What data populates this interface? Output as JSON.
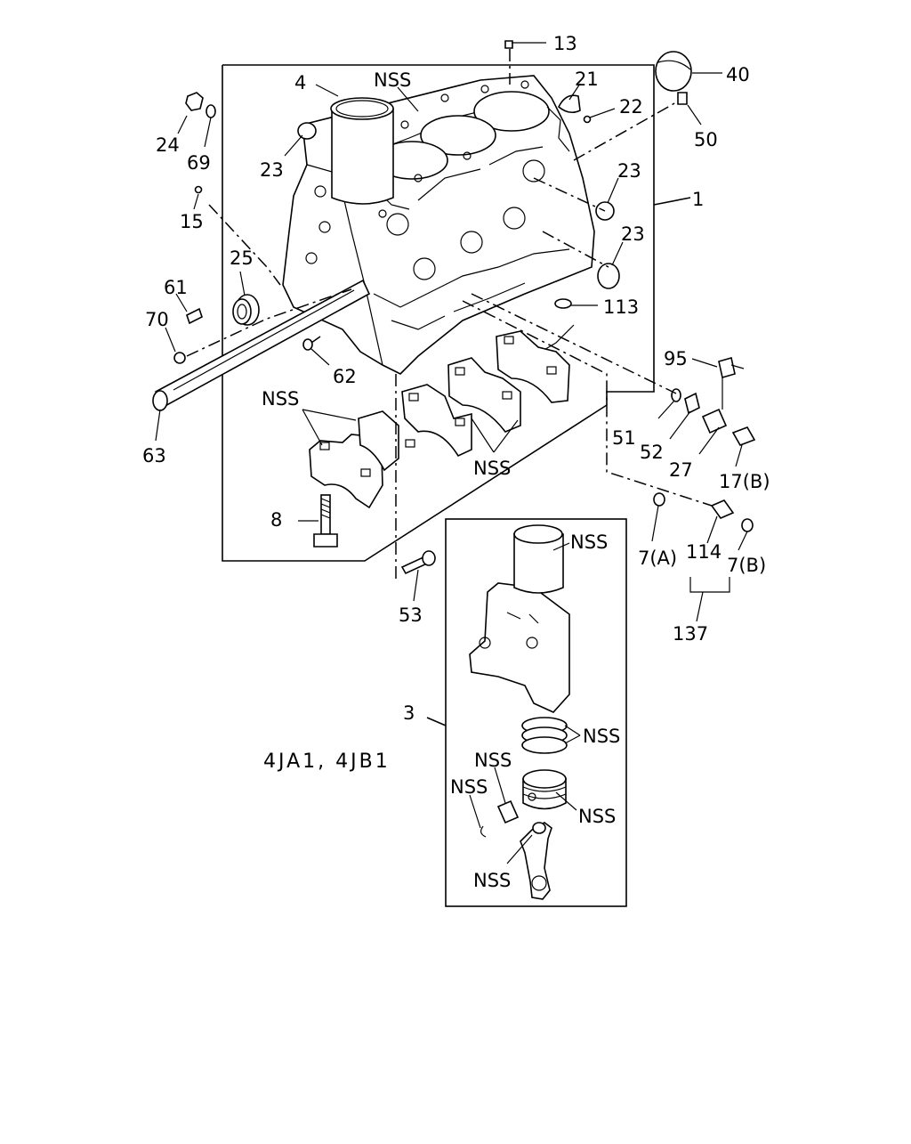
{
  "diagram": {
    "model_caption": "4JA1, 4JB1",
    "callouts": {
      "c13": "13",
      "c40": "40",
      "c21": "21",
      "c22": "22",
      "c50": "50",
      "c4": "4",
      "nss_top": "NSS",
      "c24": "24",
      "c69": "69",
      "c23a": "23",
      "c23b": "23",
      "c23c": "23",
      "c1": "1",
      "c15": "15",
      "c25": "25",
      "c61": "61",
      "c70": "70",
      "c113": "113",
      "c62": "62",
      "c95": "95",
      "c63": "63",
      "nss_caps_left": "NSS",
      "nss_caps_right": "NSS",
      "c51": "51",
      "c52": "52",
      "c27": "27",
      "c17b": "17(B)",
      "c8": "8",
      "c7a": "7(A)",
      "c114": "114",
      "c7b": "7(B)",
      "c137": "137",
      "c53": "53",
      "nss_liner": "NSS",
      "c3": "3",
      "nss_rings": "NSS",
      "nss_pin": "NSS",
      "nss_clip": "NSS",
      "nss_piston": "NSS",
      "nss_bush": "NSS"
    }
  }
}
